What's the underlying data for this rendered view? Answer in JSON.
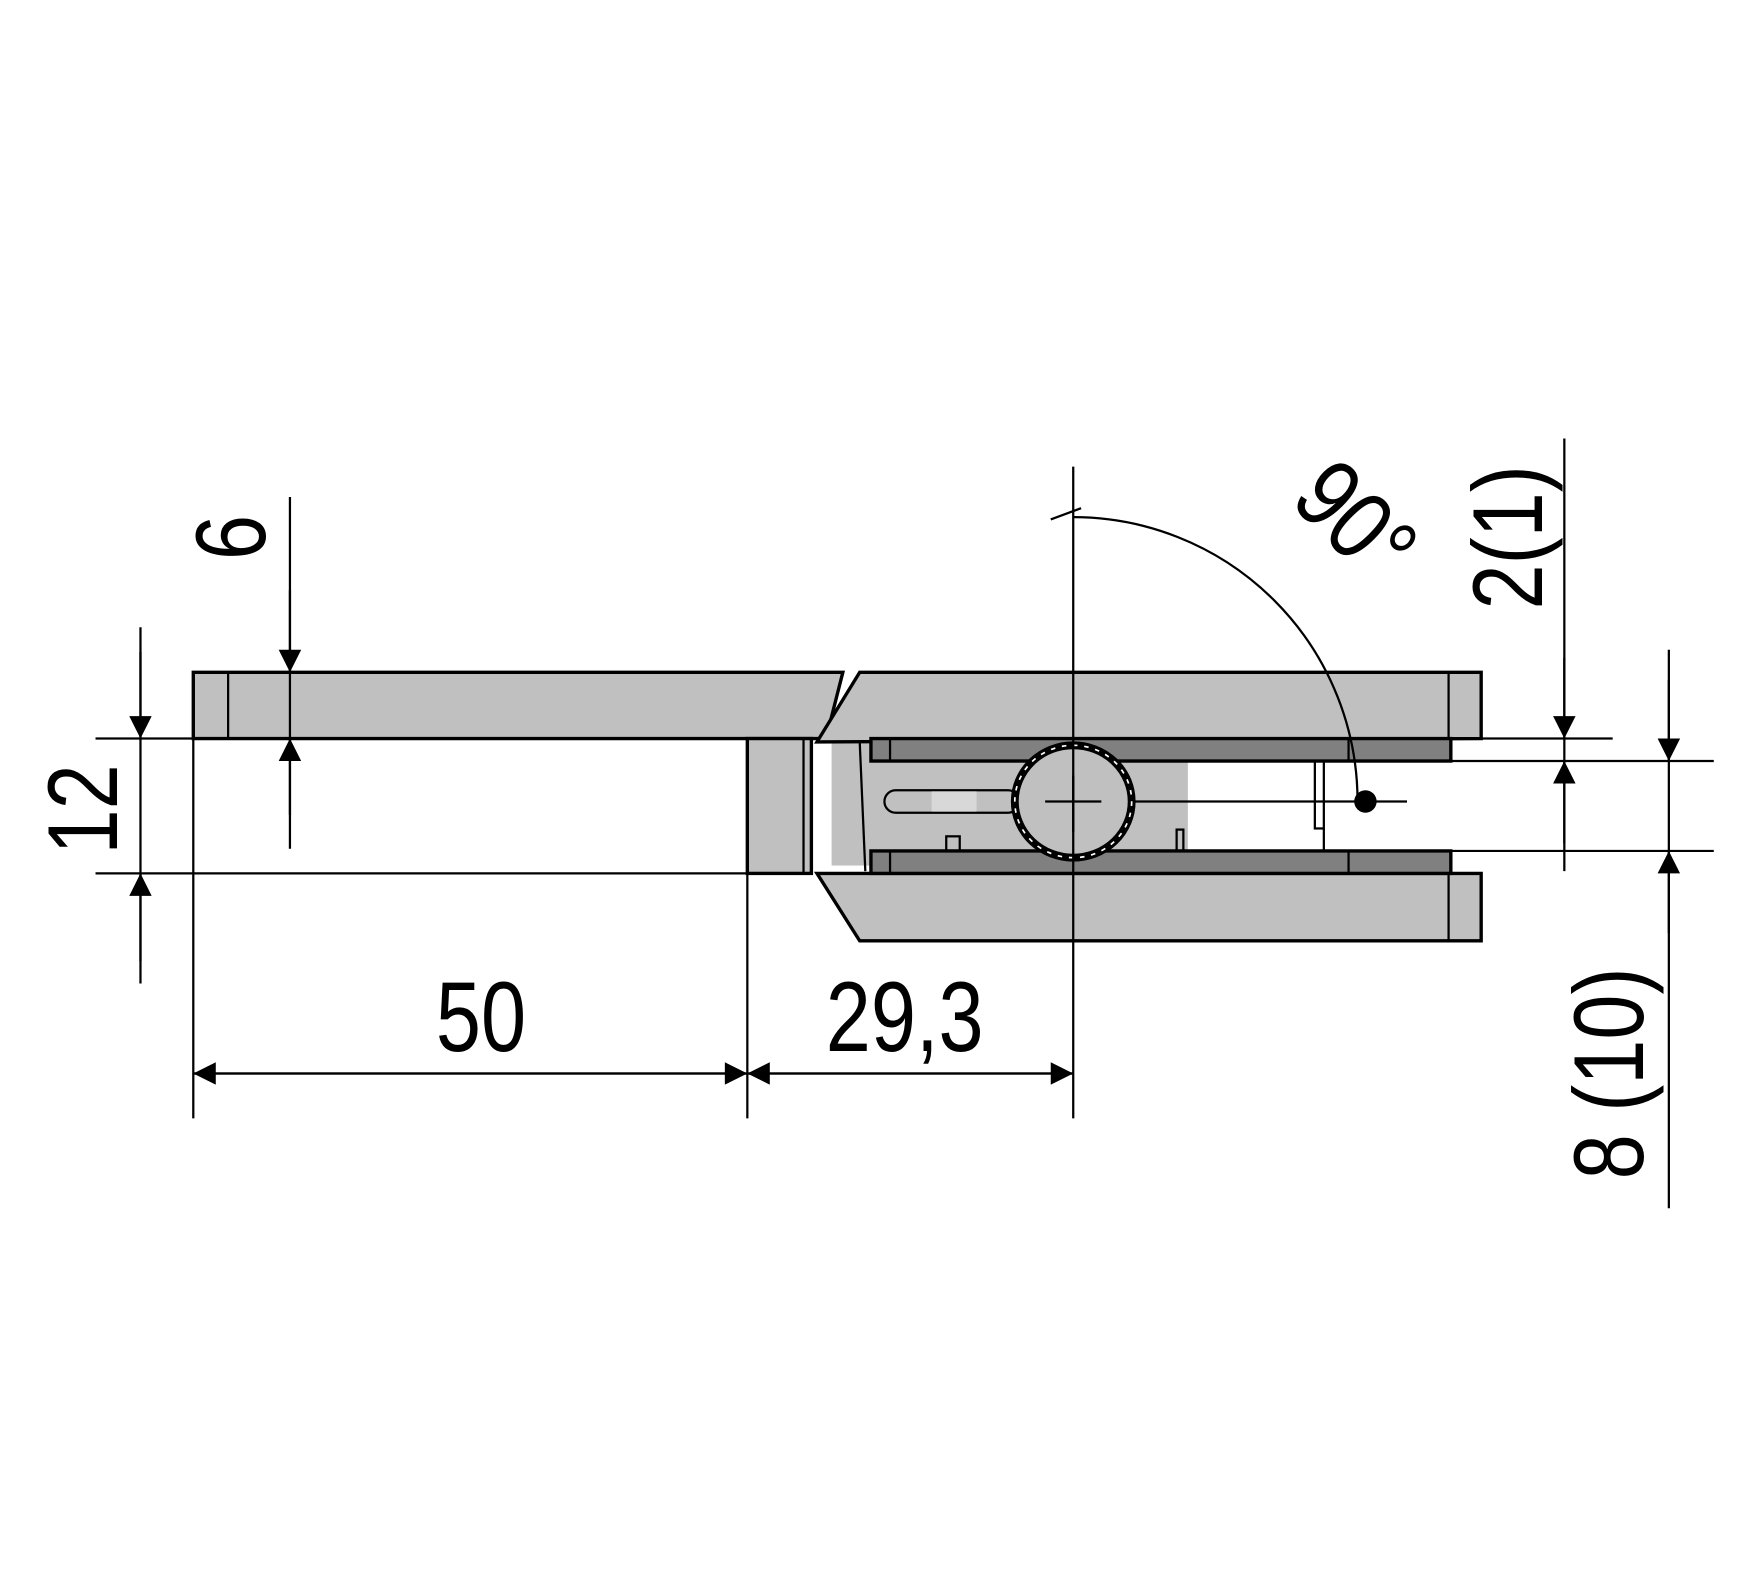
{
  "drawing": {
    "title": "Glass clamp side view with dimensions",
    "colors": {
      "light_part": "#c0c0c0",
      "dark_part": "#808080",
      "line": "#000000"
    },
    "dimensions": {
      "plate_thickness": "6",
      "glass_gap": "12",
      "length_left": "50",
      "length_center": "29,3",
      "angle": "90°",
      "top_gap": "2(1)",
      "glass_thickness": "8 (10)"
    }
  }
}
